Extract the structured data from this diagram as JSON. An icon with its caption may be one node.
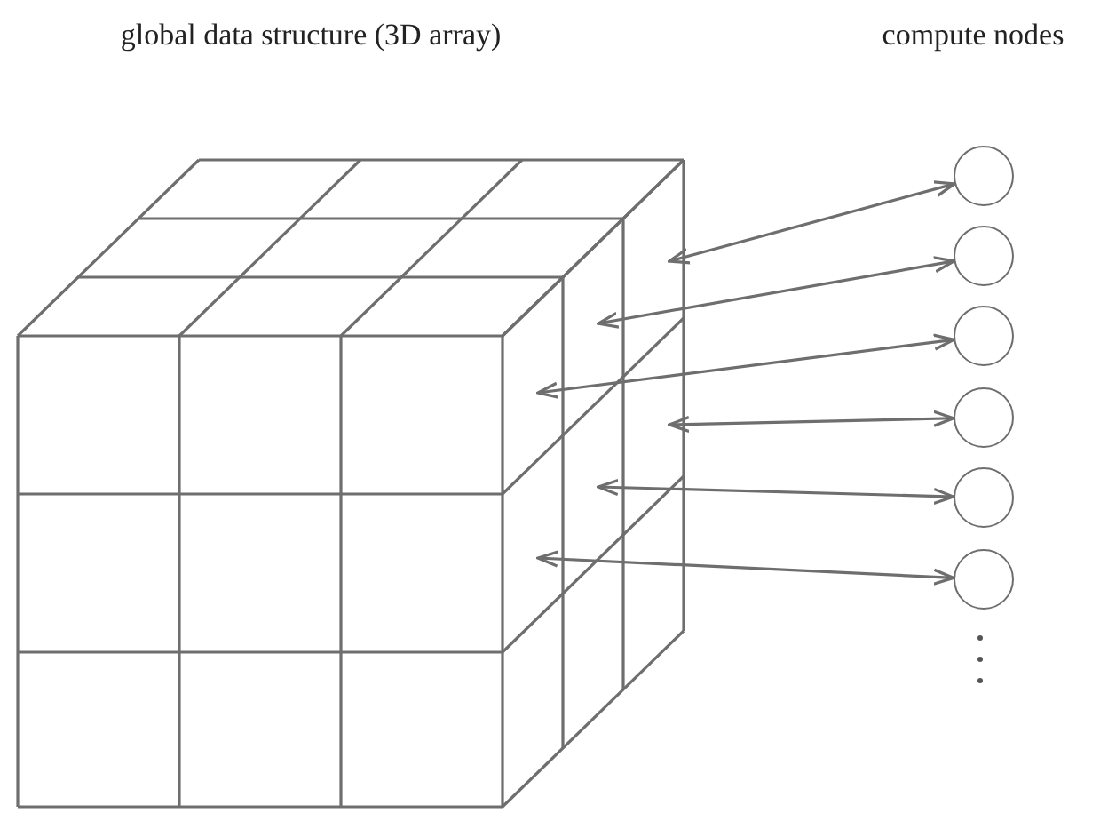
{
  "diagram": {
    "nodes": [
      {
        "text": [],
        "shape": "cube"
      },
      {
        "text": [],
        "shape": "circle"
      },
      {
        "text": [],
        "shape": "circle"
      },
      {
        "text": [],
        "shape": "circle"
      },
      {
        "text": [],
        "shape": "circle"
      },
      {
        "text": [],
        "shape": "circle"
      },
      {
        "text": [],
        "shape": "circle"
      }
    ],
    "edges": [
      {
        "from": 0,
        "to": 1,
        "arrow": "both"
      },
      {
        "from": 0,
        "to": 2,
        "arrow": "both"
      },
      {
        "from": 0,
        "to": 3,
        "arrow": "both"
      },
      {
        "from": 0,
        "to": 4,
        "arrow": "both"
      },
      {
        "from": 0,
        "to": 5,
        "arrow": "both"
      },
      {
        "from": 0,
        "to": 6,
        "arrow": "both"
      }
    ],
    "labels": [
      "global data structure (3D array)",
      "compute nodes"
    ]
  }
}
